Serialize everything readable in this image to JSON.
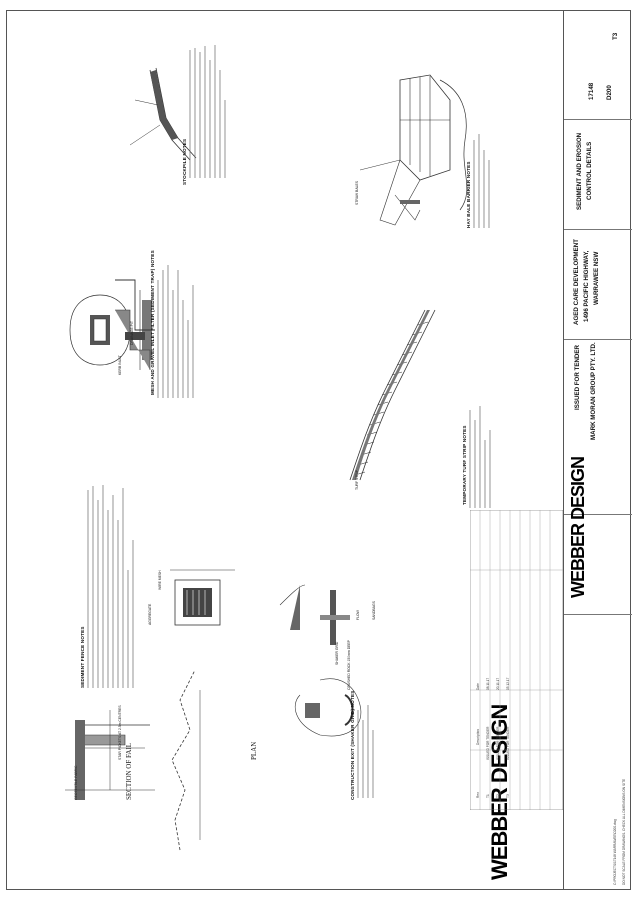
{
  "title_block": {
    "status": "ISSUED FOR TENDER",
    "client": "MARK MORAN GROUP PTY. LTD.",
    "project_line1": "AGED CARE DEVELOPMENT",
    "project_line2": "1496 PACIFIC HIGHWAY,",
    "project_line3": "WARRAWEE NSW",
    "drawing_title_line1": "SEDIMENT AND EROSION",
    "drawing_title_line2": "CONTROL DETAILS",
    "project_number": "17148",
    "drawing_number": "D200",
    "revision": "T3",
    "logo": "WEBBER DESIGN"
  },
  "details": {
    "fence_notes_title": "SEDIMENT FENCE NOTES",
    "fence_section_caption": "SECTION OF FAIL",
    "fence_plan_caption": "PLAN",
    "pit_notes_title": "MESH AND GRAVEL INLET FILTER (SEDIMENT TRAP) NOTES",
    "stockpile_notes_title": "STOCKPILE NOTES",
    "hay_bale_notes_title": "HAY BALE BARRIER NOTES",
    "turf_notes_title": "TEMPORARY TURF STRIP NOTES",
    "shaker_notes_title": "CONSTRUCTION EXIT (SHAKER GRID) NOTES",
    "geotextile_label": "GEOTEXTILE FABRIC",
    "star_pickets_label": "STAR PICKETS AT 2.5m CENTRES",
    "flow_label": "FLOW",
    "sandbags_label": "SANDBAGS",
    "gravel_label": "AGGREGATE",
    "mesh_label": "WIRE MESH",
    "kerb_label": "KERB INLET",
    "pit_label": "DRAINAGE PIT",
    "bale_label": "STRAW BALES",
    "turf_label": "TURF STRIP",
    "shaker_label": "SHAKER GRID",
    "ramp_label": "CRUSHED ROCK 150mm DEEP"
  },
  "footer": {
    "disclaimer": "DO NOT SCALE FROM DRAWINGS. CHECK ALL DIMENSIONS ON SITE",
    "file_ref": "C:\\PROJECTS\\17148 WARRAWEE\\D200.dwg"
  },
  "revisions": {
    "header_rev": "Rev",
    "header_desc": "Description",
    "header_date": "Date",
    "rows": [
      {
        "rev": "T1",
        "desc": "ISSUED FOR TENDER",
        "date": "08.11.17"
      },
      {
        "rev": "T2",
        "desc": "ISSUED FOR TENDER",
        "date": "20.11.17"
      },
      {
        "rev": "T3",
        "desc": "ISSUED FOR TENDER",
        "date": "05.12.17"
      }
    ]
  }
}
